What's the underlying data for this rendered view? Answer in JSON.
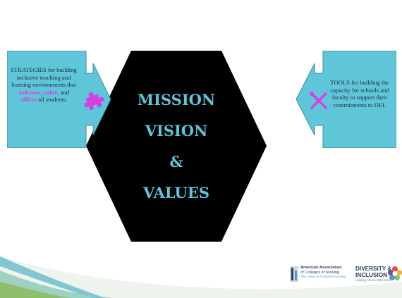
{
  "center": {
    "line1": "MISSION",
    "line2": "VISION",
    "line3": "&",
    "line4": "VALUES"
  },
  "left_callout": {
    "text_before": "STRATEGIES for building inclusive teaching and learning environments that ",
    "highlight1": "welcome",
    "sep1": ", ",
    "highlight2": "value",
    "sep2": ", and ",
    "highlight3": "affirm",
    "text_after": " all students.",
    "icon": "puzzle-piece-icon"
  },
  "right_callout": {
    "text": "TOOLS for building the capacity for schools and faculty to support their commitments to DEI.",
    "icon": "wrench-screwdriver-icon"
  },
  "footer": {
    "aacn_line1": "American Association",
    "aacn_line2": "of Colleges of Nursing",
    "aacn_line3": "The Voice of Academic Nursing",
    "di_line1": "DIVERSITY &",
    "di_line2": "INCLUSION",
    "di_line3": "Leading Across Differences"
  },
  "colors": {
    "hexagon": "#000000",
    "center_text": "#5fc6d9",
    "callout_fill": "#5fc6d9",
    "highlight": "#d63fe2",
    "footer_teal": "#7fc7d1",
    "footer_green": "#8fbf6b"
  }
}
